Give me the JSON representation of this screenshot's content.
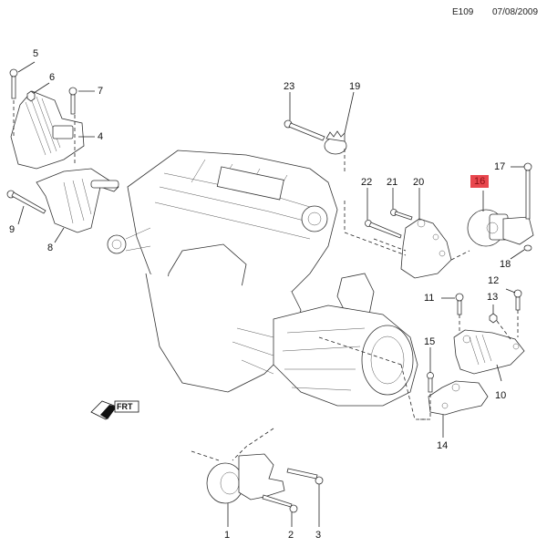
{
  "header": {
    "diagram_code": "E109",
    "date": "07/08/2009"
  },
  "callouts": [
    {
      "id": "1",
      "label": "1",
      "highlighted": false
    },
    {
      "id": "2",
      "label": "2",
      "highlighted": false
    },
    {
      "id": "3",
      "label": "3",
      "highlighted": false
    },
    {
      "id": "4",
      "label": "4",
      "highlighted": false
    },
    {
      "id": "5",
      "label": "5",
      "highlighted": false
    },
    {
      "id": "6",
      "label": "6",
      "highlighted": false
    },
    {
      "id": "7",
      "label": "7",
      "highlighted": false
    },
    {
      "id": "8",
      "label": "8",
      "highlighted": false
    },
    {
      "id": "9",
      "label": "9",
      "highlighted": false
    },
    {
      "id": "10",
      "label": "10",
      "highlighted": false
    },
    {
      "id": "11",
      "label": "11",
      "highlighted": false
    },
    {
      "id": "12",
      "label": "12",
      "highlighted": false
    },
    {
      "id": "13",
      "label": "13",
      "highlighted": false
    },
    {
      "id": "14",
      "label": "14",
      "highlighted": false
    },
    {
      "id": "15",
      "label": "15",
      "highlighted": false
    },
    {
      "id": "16",
      "label": "16",
      "highlighted": true
    },
    {
      "id": "17",
      "label": "17",
      "highlighted": false
    },
    {
      "id": "18",
      "label": "18",
      "highlighted": false
    },
    {
      "id": "19",
      "label": "19",
      "highlighted": false
    },
    {
      "id": "20",
      "label": "20",
      "highlighted": false
    },
    {
      "id": "21",
      "label": "21",
      "highlighted": false
    },
    {
      "id": "22",
      "label": "22",
      "highlighted": false
    },
    {
      "id": "23",
      "label": "23",
      "highlighted": false
    }
  ],
  "front_indicator": {
    "text": "FRT",
    "icon": "front-direction-arrow-icon"
  },
  "colors": {
    "highlight": "#e8474e",
    "highlight_text": "#8b0f14",
    "line": "#222222"
  }
}
